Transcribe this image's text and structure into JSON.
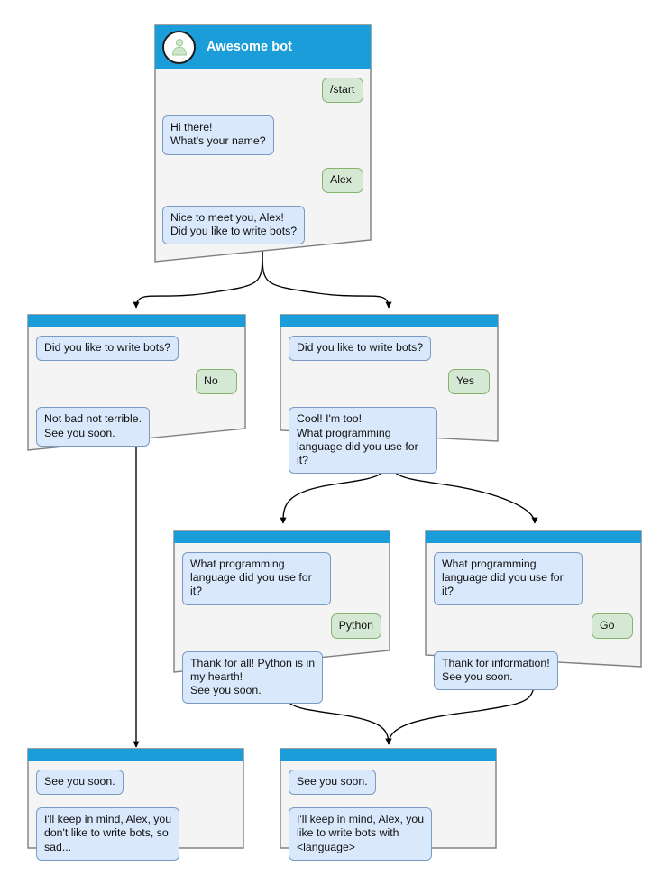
{
  "diagram": {
    "title": "Awesome bot conversation flow",
    "colors": {
      "header_blue": "#1b9dd9",
      "bot_bubble_fill": "#dae8fc",
      "bot_bubble_border": "#7a9ac4",
      "user_bubble_fill": "#d5e8d4",
      "user_bubble_border": "#86b366",
      "window_fill": "#f4f4f4",
      "window_border": "#808080",
      "edge_stroke": "#000000"
    }
  },
  "nodes": [
    {
      "id": "root",
      "header": {
        "title": "Awesome bot",
        "avatar_icon": "user-avatar-icon",
        "show_title": true
      },
      "messages": [
        {
          "from": "user",
          "text": "/start"
        },
        {
          "from": "bot",
          "text": "Hi there!\nWhat's your name?"
        },
        {
          "from": "user",
          "text": "Alex"
        },
        {
          "from": "bot",
          "text": "Nice to meet you, Alex!\nDid you like to write bots?"
        }
      ]
    },
    {
      "id": "no-branch",
      "header": {
        "title": "",
        "avatar_icon": "",
        "show_title": false
      },
      "messages": [
        {
          "from": "bot",
          "text": "Did you like to write bots?"
        },
        {
          "from": "user",
          "text": "No"
        },
        {
          "from": "bot",
          "text": "Not bad not terrible.\nSee you soon."
        }
      ]
    },
    {
      "id": "yes-branch",
      "header": {
        "title": "",
        "avatar_icon": "",
        "show_title": false
      },
      "messages": [
        {
          "from": "bot",
          "text": "Did you like to write bots?"
        },
        {
          "from": "user",
          "text": "Yes"
        },
        {
          "from": "bot",
          "text": "Cool! I'm too!\nWhat programming\nlanguage did you use for it?"
        }
      ]
    },
    {
      "id": "python-branch",
      "header": {
        "title": "",
        "avatar_icon": "",
        "show_title": false
      },
      "messages": [
        {
          "from": "bot",
          "text": "What programming\nlanguage did you use for it?"
        },
        {
          "from": "user",
          "text": "Python"
        },
        {
          "from": "bot",
          "text": "Thank for all! Python is in\nmy hearth!\nSee you soon."
        }
      ]
    },
    {
      "id": "go-branch",
      "header": {
        "title": "",
        "avatar_icon": "",
        "show_title": false
      },
      "messages": [
        {
          "from": "bot",
          "text": "What programming\nlanguage did you use for it?"
        },
        {
          "from": "user",
          "text": "Go"
        },
        {
          "from": "bot",
          "text": "Thank for information!\nSee you soon."
        }
      ]
    },
    {
      "id": "end-no",
      "header": {
        "title": "",
        "avatar_icon": "",
        "show_title": false
      },
      "messages": [
        {
          "from": "bot",
          "text": "See you soon."
        },
        {
          "from": "bot",
          "text": "I'll keep in mind, Alex, you\ndon't like to write bots, so\nsad..."
        }
      ]
    },
    {
      "id": "end-yes",
      "header": {
        "title": "",
        "avatar_icon": "",
        "show_title": false
      },
      "messages": [
        {
          "from": "bot",
          "text": "See you soon."
        },
        {
          "from": "bot",
          "text": "I'll keep in mind, Alex, you\nlike to write bots with\n<language>"
        }
      ]
    }
  ]
}
